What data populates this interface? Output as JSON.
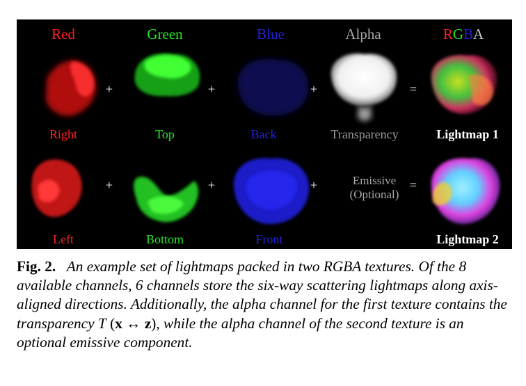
{
  "figure": {
    "headers": [
      {
        "text": "Red",
        "color": "#ff1e1e"
      },
      {
        "text": "Green",
        "color": "#26e626"
      },
      {
        "text": "Blue",
        "color": "#2323d8"
      },
      {
        "text": "Alpha",
        "color": "#a8a8a8"
      }
    ],
    "rgba_header": [
      {
        "text": "R",
        "color": "#ff1e1e"
      },
      {
        "text": "G",
        "color": "#26e626"
      },
      {
        "text": "B",
        "color": "#2323d8"
      },
      {
        "text": "A",
        "color": "#c8c8c8"
      }
    ],
    "row1_labels": [
      {
        "text": "Right",
        "color": "#ff1e1e"
      },
      {
        "text": "Top",
        "color": "#26e626"
      },
      {
        "text": "Back",
        "color": "#2323d8"
      },
      {
        "text": "Transparency",
        "color": "#9a9a9a"
      },
      {
        "text": "Lightmap 1",
        "color": "#ffffff"
      }
    ],
    "row2_labels": [
      {
        "text": "Left",
        "color": "#ff1e1e"
      },
      {
        "text": "Bottom",
        "color": "#26e626"
      },
      {
        "text": "Front",
        "color": "#2323d8"
      },
      {
        "text": "Lightmap 2",
        "color": "#ffffff"
      }
    ],
    "emissive_line1": "Emissive",
    "emissive_line2": "(Optional)",
    "plus": "+",
    "equals": "="
  },
  "caption": {
    "label": "Fig. 2.",
    "text_before_math": "An example set of lightmaps packed in two RGBA textures. Of the 8 available channels, 6 channels store the six-way scattering lightmaps along axis-aligned directions. Additionally, the alpha channel for the first texture contains the transparency ",
    "math_T": "T",
    "math_open": " (",
    "math_x": "x",
    "math_arrow": " ↔ ",
    "math_z": "z",
    "math_close": ")",
    "text_after_math": ", while the alpha channel of the second texture is an optional emissive component."
  }
}
